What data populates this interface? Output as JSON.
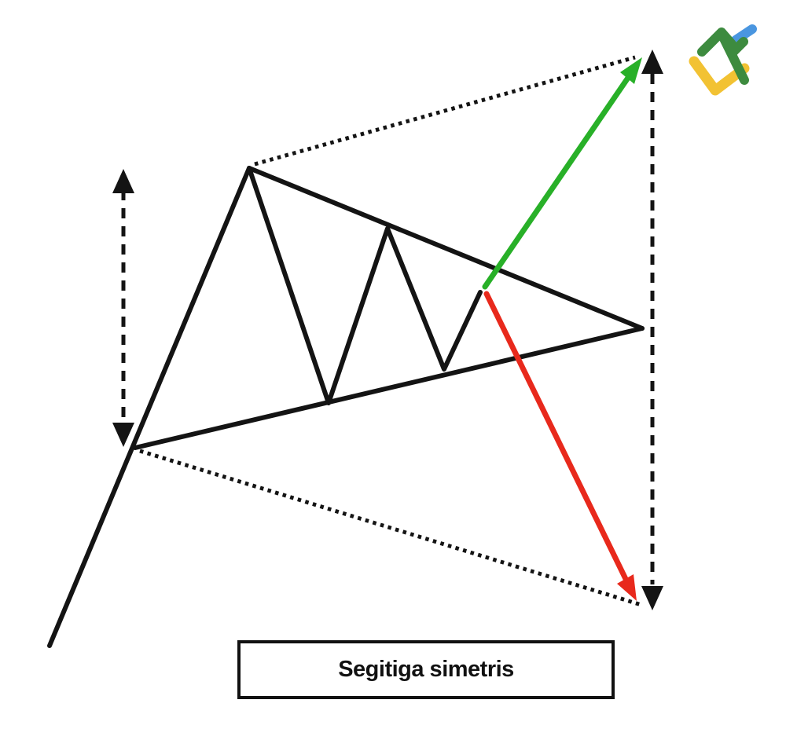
{
  "label": {
    "text": "Segitiga simetris"
  },
  "colors": {
    "line_black": "#141414",
    "bullish_green": "#28b028",
    "bearish_red": "#e8291c",
    "logo_green": "#3d8b3f",
    "logo_blue": "#4a96e0",
    "logo_yellow": "#f2c233",
    "background": "#ffffff",
    "box_border": "#111111"
  },
  "icons": {
    "brand_logo": "litefinance-logo",
    "up_arrowhead": "triangle-up",
    "down_arrowhead": "triangle-down",
    "breakout_up_arrow": "green-diagonal-arrow",
    "breakout_down_arrow": "red-diagonal-arrow"
  }
}
